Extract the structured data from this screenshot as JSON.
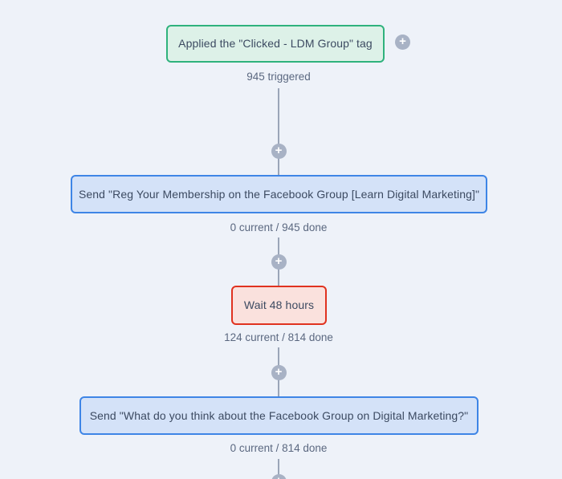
{
  "app": {
    "view": "automation-workflow-editor",
    "background_color": "#eef2f9",
    "connector_color": "#9aa5b8",
    "add_button_color": "#a8b2c5"
  },
  "icons": {
    "add": "+"
  },
  "workflow": {
    "nodes": [
      {
        "id": "trigger",
        "type": "trigger",
        "label": "Applied the \"Clicked - LDM Group\" tag",
        "stat": "945 triggered",
        "colors": {
          "background": "#ddf1e8",
          "border": "#2fb27d",
          "text": "#3c4a61"
        }
      },
      {
        "id": "email-1",
        "type": "email",
        "label": "Send \"Reg Your Membership on the Facebook Group [Learn Digital Marketing]\"",
        "stat": "0 current / 945 done",
        "colors": {
          "background": "#d4e2f8",
          "border": "#3e85e6",
          "text": "#3c4a61"
        }
      },
      {
        "id": "delay",
        "type": "delay",
        "label": "Wait 48 hours",
        "stat": "124 current / 814 done",
        "colors": {
          "background": "#fae1dd",
          "border": "#e0321f",
          "text": "#3c4a61"
        }
      },
      {
        "id": "email-2",
        "type": "email",
        "label": "Send \"What do you think about the Facebook Group on Digital Marketing?\"",
        "stat": "0 current / 814 done",
        "colors": {
          "background": "#d4e2f8",
          "border": "#3e85e6",
          "text": "#3c4a61"
        }
      }
    ]
  }
}
